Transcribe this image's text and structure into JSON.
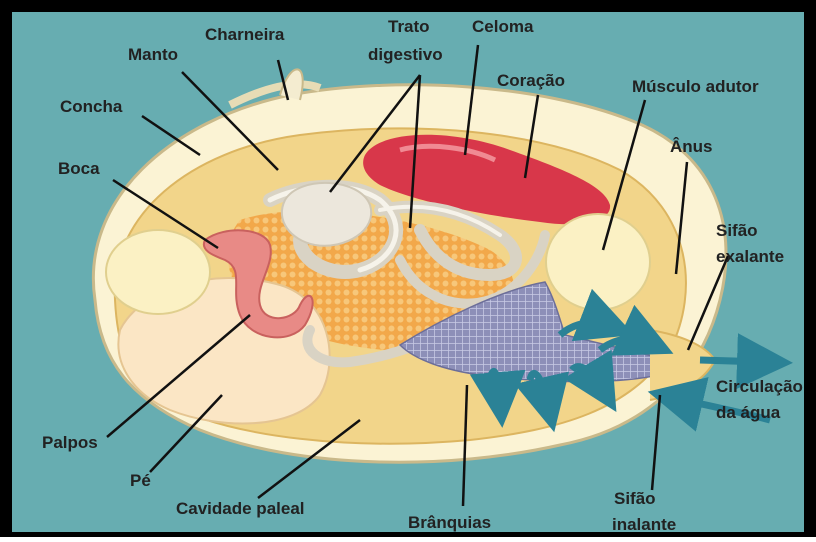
{
  "colors": {
    "background": "#5fa7ab",
    "frame": "#000000",
    "shell": "#fbf3d4",
    "mantle": "#f2d58a",
    "foot": "#fbe6c5",
    "heart": "#d8374a",
    "muscle": "#fbf1c4",
    "gills": "#8d8fb8",
    "gonad": "#f2a84a",
    "palps": "#e88a86",
    "arrows": "#2b8296",
    "label_text": "#222222",
    "leader_line": "#111111"
  },
  "labels": {
    "charneira": "Charneira",
    "trato_line1": "Trato",
    "trato_line2": "digestivo",
    "celoma": "Celoma",
    "manto": "Manto",
    "coracao": "Coração",
    "musculo_adutor": "Músculo adutor",
    "concha": "Concha",
    "anus": "Ânus",
    "boca": "Boca",
    "sifao_exalante_line1": "Sifão",
    "sifao_exalante_line2": "exalante",
    "circulacao_line1": "Circulação",
    "circulacao_line2": "da água",
    "palpos": "Palpos",
    "pe": "Pé",
    "cavidade_paleal": "Cavidade paleal",
    "branquias": "Brânquias",
    "sifao_inalante_line1": "Sifão",
    "sifao_inalante_line2": "inalante"
  },
  "icons": {
    "water_flow": "water-flow-arrow-icon"
  }
}
